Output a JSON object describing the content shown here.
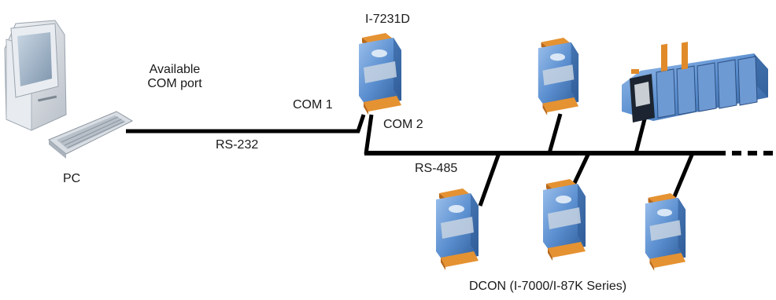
{
  "labels": {
    "device_top": "I-7231D",
    "available": "Available",
    "com_port": "COM port",
    "com1": "COM 1",
    "com2": "COM 2",
    "rs232": "RS-232",
    "rs485": "RS-485",
    "pc": "PC",
    "series": "DCON (I-7000/I-87K Series)"
  },
  "colors": {
    "line": "#000000",
    "module_body": "#4a7fc4",
    "module_light": "#8fb6e6",
    "module_dark": "#2e5a94",
    "terminal": "#e08a2a",
    "pc_case": "#dfe3e8",
    "pc_screen": "#9fb3c8"
  },
  "icons": [
    "pc-icon",
    "keyboard-icon",
    "module-icon",
    "rack-icon"
  ]
}
